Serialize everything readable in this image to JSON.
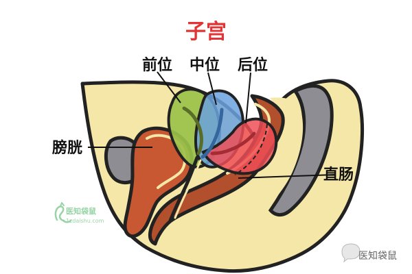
{
  "title": "子宫",
  "labels": {
    "anteverted": "前位",
    "midposition": "中位",
    "retroverted": "后位",
    "bladder": "膀胱",
    "rectum": "直肠"
  },
  "watermark": {
    "brand": "医知袋鼠",
    "url": "1zdaishu.com"
  },
  "footer_brand": "医知袋鼠",
  "colors": {
    "title": "#e23434",
    "anteverted": "#9ac24b",
    "midposition": "#6aa2de",
    "retroverted": "#f04d56",
    "bladder": "#c75831",
    "rectum": "#b24f2c",
    "outline": "#222222",
    "tissue": "#f4e7a7"
  }
}
